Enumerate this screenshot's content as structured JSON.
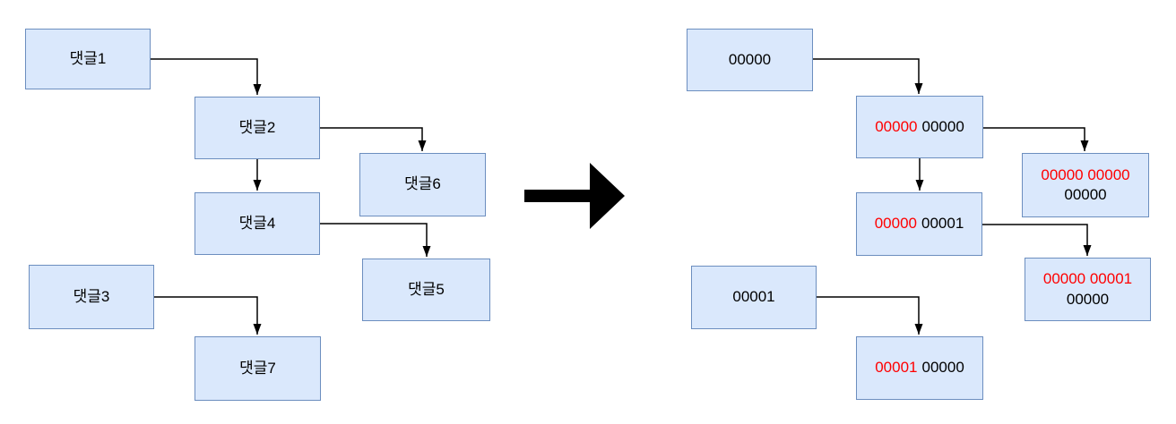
{
  "colors": {
    "node_fill": "#dae8fc",
    "node_border": "#6c8ebf",
    "highlight_text": "#ff0000",
    "normal_text": "#000000",
    "edge": "#000000"
  },
  "left_tree": {
    "description": "comment reply tree with korean labels",
    "nodes": {
      "c1": {
        "label": "댓글1"
      },
      "c2": {
        "label": "댓글2"
      },
      "c6": {
        "label": "댓글6"
      },
      "c4": {
        "label": "댓글4"
      },
      "c5": {
        "label": "댓글5"
      },
      "c3": {
        "label": "댓글3"
      },
      "c7": {
        "label": "댓글7"
      }
    }
  },
  "right_tree": {
    "description": "same tree encoded as zero-padded path codes, parent prefix in red",
    "nodes": {
      "r1": {
        "code": "00000"
      },
      "r2": {
        "parent_code": "00000",
        "own_code": "00000"
      },
      "r6": {
        "parent_code": "00000 00000",
        "own_code": "00000"
      },
      "r4": {
        "parent_code": "00000",
        "own_code": "00001"
      },
      "r5": {
        "parent_code": "00000 00001",
        "own_code": "00000"
      },
      "r3": {
        "code": "00001"
      },
      "r7": {
        "parent_code": "00001",
        "own_code": "00000"
      }
    }
  }
}
